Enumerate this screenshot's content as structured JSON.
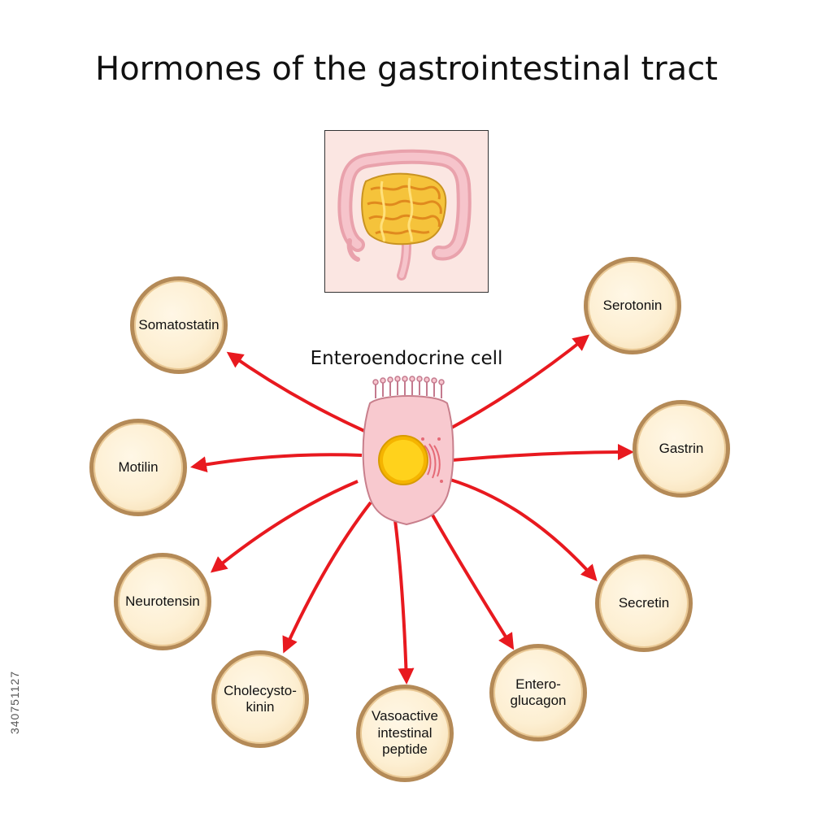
{
  "title": "Hormones of the gastrointestinal tract",
  "cell_label": "Enteroendocrine cell",
  "side_id": "340751127",
  "arrow_color": "#e8191f",
  "hormones": [
    {
      "id": "somatostatin",
      "label": "Somatostatin"
    },
    {
      "id": "motilin",
      "label": "Motilin"
    },
    {
      "id": "neurotensin",
      "label": "Neurotensin"
    },
    {
      "id": "cholecystokinin",
      "label": "Cholecysto-\nkinin"
    },
    {
      "id": "vip",
      "label": "Vasoactive\nintestinal\npeptide"
    },
    {
      "id": "enteroglucagon",
      "label": "Entero-\nglucagon"
    },
    {
      "id": "secretin",
      "label": "Secretin"
    },
    {
      "id": "gastrin",
      "label": "Gastrin"
    },
    {
      "id": "serotonin",
      "label": "Serotonin"
    }
  ]
}
